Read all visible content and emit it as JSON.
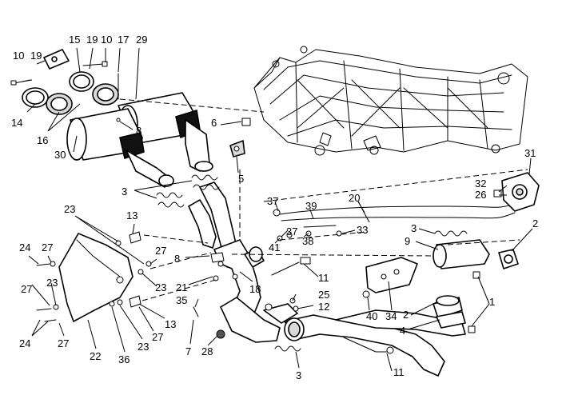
{
  "callouts": [
    {
      "id": "c10a",
      "text": "10"
    },
    {
      "id": "c19a",
      "text": "19"
    },
    {
      "id": "c14",
      "text": "14"
    },
    {
      "id": "c16",
      "text": "16"
    },
    {
      "id": "c15",
      "text": "15"
    },
    {
      "id": "c19b",
      "text": "19"
    },
    {
      "id": "c10b",
      "text": "10"
    },
    {
      "id": "c17",
      "text": "17"
    },
    {
      "id": "c29",
      "text": "29"
    },
    {
      "id": "c8a",
      "text": "8"
    },
    {
      "id": "c30",
      "text": "30"
    },
    {
      "id": "c6",
      "text": "6"
    },
    {
      "id": "c5",
      "text": "5"
    },
    {
      "id": "c3a",
      "text": "3"
    },
    {
      "id": "c23a",
      "text": "23"
    },
    {
      "id": "c13a",
      "text": "13"
    },
    {
      "id": "c24a",
      "text": "24"
    },
    {
      "id": "c27a",
      "text": "27"
    },
    {
      "id": "c27b",
      "text": "27"
    },
    {
      "id": "c8b",
      "text": "8"
    },
    {
      "id": "c23b",
      "text": "23"
    },
    {
      "id": "c23c",
      "text": "23"
    },
    {
      "id": "c27c",
      "text": "27"
    },
    {
      "id": "c21",
      "text": "21"
    },
    {
      "id": "c35",
      "text": "35"
    },
    {
      "id": "c24b",
      "text": "24"
    },
    {
      "id": "c27d",
      "text": "27"
    },
    {
      "id": "c22",
      "text": "22"
    },
    {
      "id": "c36",
      "text": "36"
    },
    {
      "id": "c23d",
      "text": "23"
    },
    {
      "id": "c27e",
      "text": "27"
    },
    {
      "id": "c13b",
      "text": "13"
    },
    {
      "id": "c7",
      "text": "7"
    },
    {
      "id": "c28",
      "text": "28"
    },
    {
      "id": "c18",
      "text": "18"
    },
    {
      "id": "c11a",
      "text": "11"
    },
    {
      "id": "c25",
      "text": "25"
    },
    {
      "id": "c12",
      "text": "12"
    },
    {
      "id": "c3b",
      "text": "3"
    },
    {
      "id": "c11b",
      "text": "11"
    },
    {
      "id": "c37a",
      "text": "37"
    },
    {
      "id": "c39",
      "text": "39"
    },
    {
      "id": "c20",
      "text": "20"
    },
    {
      "id": "c37b",
      "text": "37"
    },
    {
      "id": "c38",
      "text": "38"
    },
    {
      "id": "c33",
      "text": "33"
    },
    {
      "id": "c41",
      "text": "41"
    },
    {
      "id": "c31",
      "text": "31"
    },
    {
      "id": "c32",
      "text": "32"
    },
    {
      "id": "c26",
      "text": "26"
    },
    {
      "id": "c3c",
      "text": "3"
    },
    {
      "id": "c2a",
      "text": "2"
    },
    {
      "id": "c9",
      "text": "9"
    },
    {
      "id": "c40",
      "text": "40"
    },
    {
      "id": "c34",
      "text": "34"
    },
    {
      "id": "c2b",
      "text": "2"
    },
    {
      "id": "c1",
      "text": "1"
    },
    {
      "id": "c4",
      "text": "4"
    }
  ],
  "parts": [
    {
      "id": "frame",
      "name": "frame"
    },
    {
      "id": "silencer-left",
      "name": "silencer"
    },
    {
      "id": "silencer-right",
      "name": "silencer"
    },
    {
      "id": "heat-shield",
      "name": "heat shield"
    },
    {
      "id": "exhaust-valve-actuator",
      "name": "exhaust valve actuator"
    },
    {
      "id": "control-cables",
      "name": "control cables"
    },
    {
      "id": "catalytic-converter",
      "name": "catalytic converter"
    },
    {
      "id": "exhaust-headers",
      "name": "exhaust headers"
    },
    {
      "id": "springs",
      "name": "springs"
    }
  ]
}
